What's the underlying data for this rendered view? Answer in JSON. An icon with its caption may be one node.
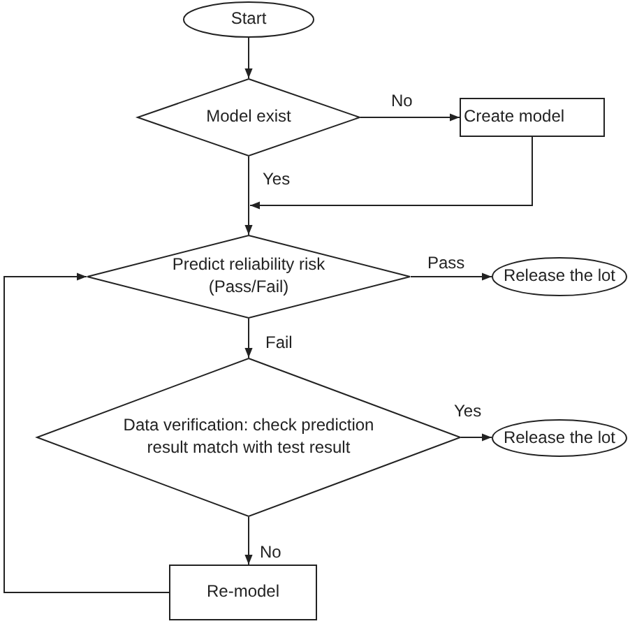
{
  "diagram": {
    "nodes": [
      {
        "text": [
          "Start"
        ]
      },
      {
        "text": [
          "Model exist"
        ]
      },
      {
        "text": [
          "Create model"
        ]
      },
      {
        "text": [
          "Predict reliability risk (Pass/Fail)"
        ]
      },
      {
        "text": [
          "Release the lot"
        ]
      },
      {
        "text": [
          "Data verification: check prediction result match with test result"
        ]
      },
      {
        "text": [
          "Release the lot"
        ]
      },
      {
        "text": [
          "Re-model"
        ]
      }
    ],
    "edges": [
      {
        "from": 0,
        "to": 1,
        "arrow": "to"
      },
      {
        "from": 1,
        "to": 2,
        "arrow": "to",
        "label": "No"
      },
      {
        "from": 1,
        "to": 3,
        "arrow": "to",
        "label": "Yes"
      },
      {
        "from": 2,
        "to": 3,
        "arrow": "to"
      },
      {
        "from": 3,
        "to": 4,
        "arrow": "to",
        "label": "Pass"
      },
      {
        "from": 3,
        "to": 5,
        "arrow": "to",
        "label": "Fail"
      },
      {
        "from": 5,
        "to": 6,
        "arrow": "to",
        "label": "Yes"
      },
      {
        "from": 5,
        "to": 7,
        "arrow": "to",
        "label": "No"
      },
      {
        "from": 7,
        "to": 3,
        "arrow": "to"
      }
    ]
  }
}
